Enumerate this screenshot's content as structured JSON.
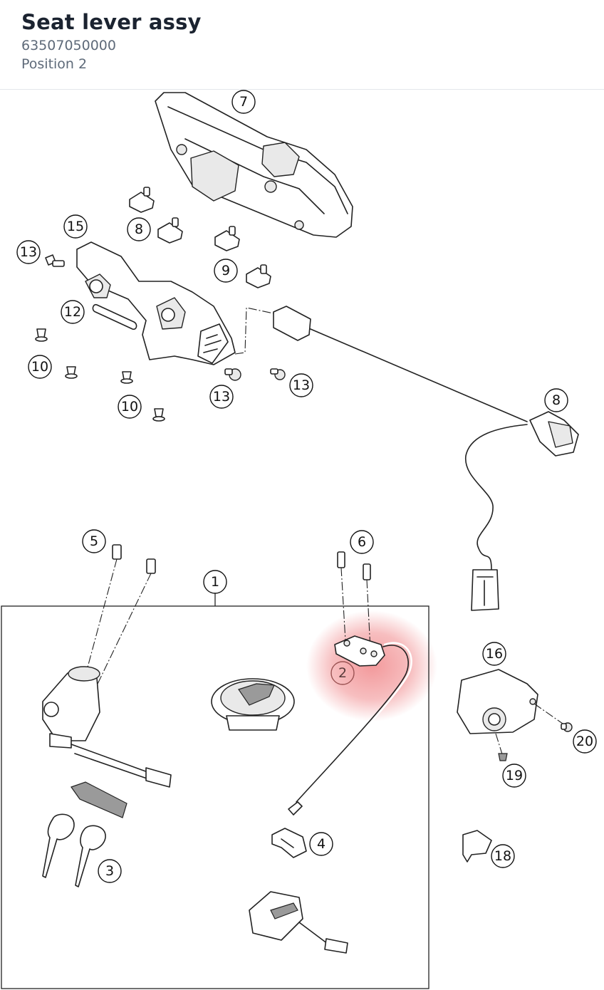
{
  "header": {
    "title": "Seat lever assy",
    "part_number": "63507050000",
    "position_label": "Position 2"
  },
  "highlight": {
    "position": "2",
    "color": "#e8464a"
  },
  "callouts": [
    "1",
    "2",
    "3",
    "4",
    "5",
    "6",
    "7",
    "8",
    "9",
    "9",
    "10",
    "10",
    "12",
    "13",
    "13",
    "13",
    "15",
    "16",
    "18",
    "19",
    "20"
  ]
}
